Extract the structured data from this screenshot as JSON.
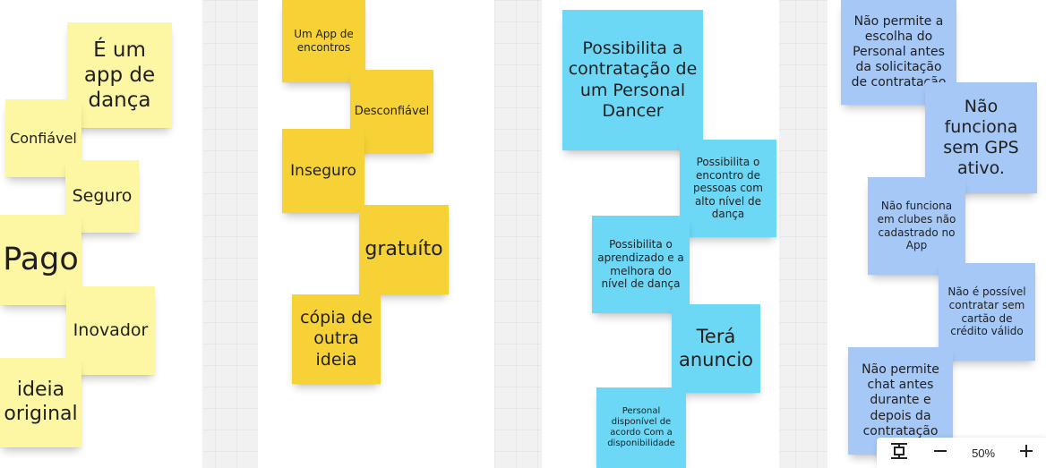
{
  "board": {
    "columns": [
      {
        "name": "column-1",
        "notes": [
          {
            "text": "É um app de dança"
          },
          {
            "text": "Confiável"
          },
          {
            "text": "Seguro"
          },
          {
            "text": "Pago"
          },
          {
            "text": "Inovador"
          },
          {
            "text": "ideia original"
          }
        ]
      },
      {
        "name": "column-2",
        "notes": [
          {
            "text": "Um App de encontros"
          },
          {
            "text": "Desconfiável"
          },
          {
            "text": "Inseguro"
          },
          {
            "text": "gratuíto"
          },
          {
            "text": "cópia de outra ideia"
          }
        ]
      },
      {
        "name": "column-3",
        "notes": [
          {
            "text": "Possibilita a contratação de um Personal Dancer"
          },
          {
            "text": "Possibilita o encontro de pessoas com alto nível de dança"
          },
          {
            "text": "Possibilita o aprendizado e a melhora do nível de dança"
          },
          {
            "text": "Terá anuncio"
          },
          {
            "text": "Personal disponível de acordo Com a disponibilidade"
          }
        ]
      },
      {
        "name": "column-4",
        "notes": [
          {
            "text": "Não permite a escolha do Personal antes da solicitação de contratação"
          },
          {
            "text": "Não funciona sem GPS ativo."
          },
          {
            "text": "Não funciona em clubes não cadastrado no App"
          },
          {
            "text": "Não é possível contratar sem cartão de crédito válido"
          },
          {
            "text": "Não permite chat antes durante e depois da contratação"
          }
        ]
      }
    ]
  },
  "zoom": {
    "value": "50%",
    "fit_icon": "fit-to-screen-icon",
    "zoom_out_icon": "minus-icon",
    "zoom_in_icon": "plus-icon"
  },
  "colors": {
    "yellow_light": "#fdf6a3",
    "yellow_dark": "#f6d236",
    "cyan": "#6cd8f6",
    "blue_light": "#a6c8f6"
  }
}
